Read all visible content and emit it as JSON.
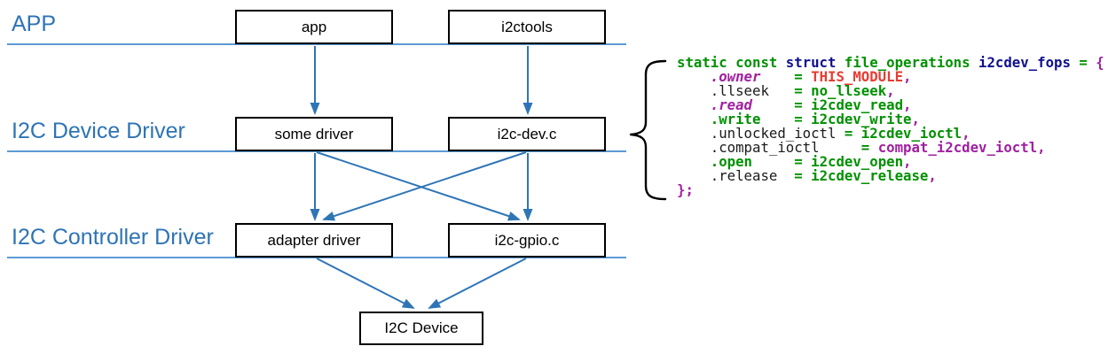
{
  "diagram": {
    "layers": [
      {
        "label": "APP"
      },
      {
        "label": "I2C Device Driver"
      },
      {
        "label": "I2C Controller Driver"
      }
    ],
    "boxes": [
      {
        "label": "app"
      },
      {
        "label": "i2ctools"
      },
      {
        "label": "some driver"
      },
      {
        "label": "i2c-dev.c"
      },
      {
        "label": "adapter driver"
      },
      {
        "label": "i2c-gpio.c"
      },
      {
        "label": "I2C Device"
      }
    ]
  },
  "colors": {
    "label_blue": "#2E74B5",
    "layer_line_blue": "#5B9BD5",
    "arrow_blue": "#2E75B6",
    "box_border": "#000000",
    "code_green": "#009100",
    "code_navy": "#10108E",
    "code_purple": "#A020A0",
    "code_red": "#E63C32",
    "code_black": "#1A1A1A"
  },
  "code": {
    "lines": [
      [
        {
          "c": "g",
          "t": "static const "
        },
        {
          "c": "n",
          "t": "struct"
        },
        {
          "c": "g",
          "t": " file_operations "
        },
        {
          "c": "n",
          "t": "i2cdev_fops"
        },
        {
          "c": "g",
          "t": " = "
        },
        {
          "c": "p",
          "t": "{"
        }
      ],
      [
        {
          "c": "k",
          "t": "    "
        },
        {
          "c": "pi",
          "t": ".owner"
        },
        {
          "c": "k",
          "t": "    "
        },
        {
          "c": "g",
          "t": "= "
        },
        {
          "c": "r",
          "t": "THIS_MODULE"
        },
        {
          "c": "p",
          "t": ","
        }
      ],
      [
        {
          "c": "k",
          "t": "    "
        },
        {
          "c": "k",
          "t": ".llseek"
        },
        {
          "c": "k",
          "t": "   "
        },
        {
          "c": "g",
          "t": "= no_llseek"
        },
        {
          "c": "p",
          "t": ","
        }
      ],
      [
        {
          "c": "k",
          "t": "    "
        },
        {
          "c": "pi",
          "t": ".read"
        },
        {
          "c": "k",
          "t": "     "
        },
        {
          "c": "g",
          "t": "= i2cdev_read"
        },
        {
          "c": "p",
          "t": ","
        }
      ],
      [
        {
          "c": "k",
          "t": "    "
        },
        {
          "c": "g",
          "t": ".write"
        },
        {
          "c": "k",
          "t": "    "
        },
        {
          "c": "g",
          "t": "= i2cdev_write"
        },
        {
          "c": "p",
          "t": ","
        }
      ],
      [
        {
          "c": "k",
          "t": "    "
        },
        {
          "c": "k",
          "t": ".unlocked_ioctl"
        },
        {
          "c": "k",
          "t": " "
        },
        {
          "c": "g",
          "t": "= i2cdev_ioctl"
        },
        {
          "c": "p",
          "t": ","
        }
      ],
      [
        {
          "c": "k",
          "t": "    "
        },
        {
          "c": "k",
          "t": ".compat_ioctl"
        },
        {
          "c": "k",
          "t": "     "
        },
        {
          "c": "g",
          "t": "= "
        },
        {
          "c": "p",
          "t": "compat_i2cdev_ioctl,"
        }
      ],
      [
        {
          "c": "k",
          "t": "    "
        },
        {
          "c": "g",
          "t": ".open"
        },
        {
          "c": "k",
          "t": "     "
        },
        {
          "c": "g",
          "t": "= i2cdev_open"
        },
        {
          "c": "p",
          "t": ","
        }
      ],
      [
        {
          "c": "k",
          "t": "    "
        },
        {
          "c": "k",
          "t": ".release"
        },
        {
          "c": "k",
          "t": "  "
        },
        {
          "c": "g",
          "t": "= i2cdev_release"
        },
        {
          "c": "p",
          "t": ","
        }
      ],
      [
        {
          "c": "p",
          "t": "};"
        }
      ]
    ]
  }
}
